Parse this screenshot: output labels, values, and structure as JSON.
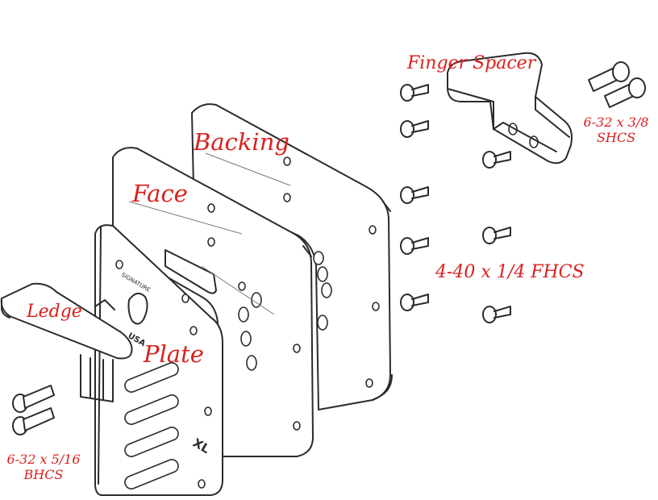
{
  "labels": {
    "finger_spacer": "Finger Spacer",
    "backing": "Backing",
    "face": "Face",
    "ledge": "Ledge",
    "plate": "Plate",
    "fhcs": "4-40 x 1/4 FHCS",
    "shcs_size": "6-32 x 3/8",
    "shcs_type": "SHCS",
    "bhcs_size": "6-32 x 5/16",
    "bhcs_type": "BHCS"
  },
  "plate_markings": {
    "logo_text": "USA",
    "size_mark": "XL"
  },
  "colors": {
    "label": "#d9201e",
    "line": "#2b2b2b",
    "background": "#ffffff"
  }
}
